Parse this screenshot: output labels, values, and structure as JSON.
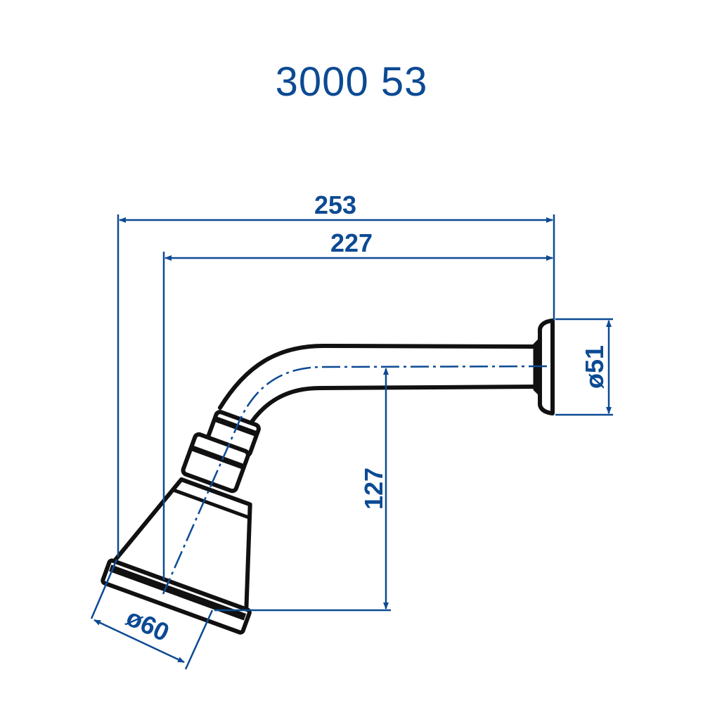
{
  "title": "3000 53",
  "dimensions": {
    "overall_length": "253",
    "arm_length": "227",
    "drop_height": "127",
    "flange_diameter": "ø51",
    "head_diameter": "ø60"
  },
  "colors": {
    "dimension_blue": "#0c4a93",
    "outline_black": "#111111",
    "background": "#ffffff"
  }
}
